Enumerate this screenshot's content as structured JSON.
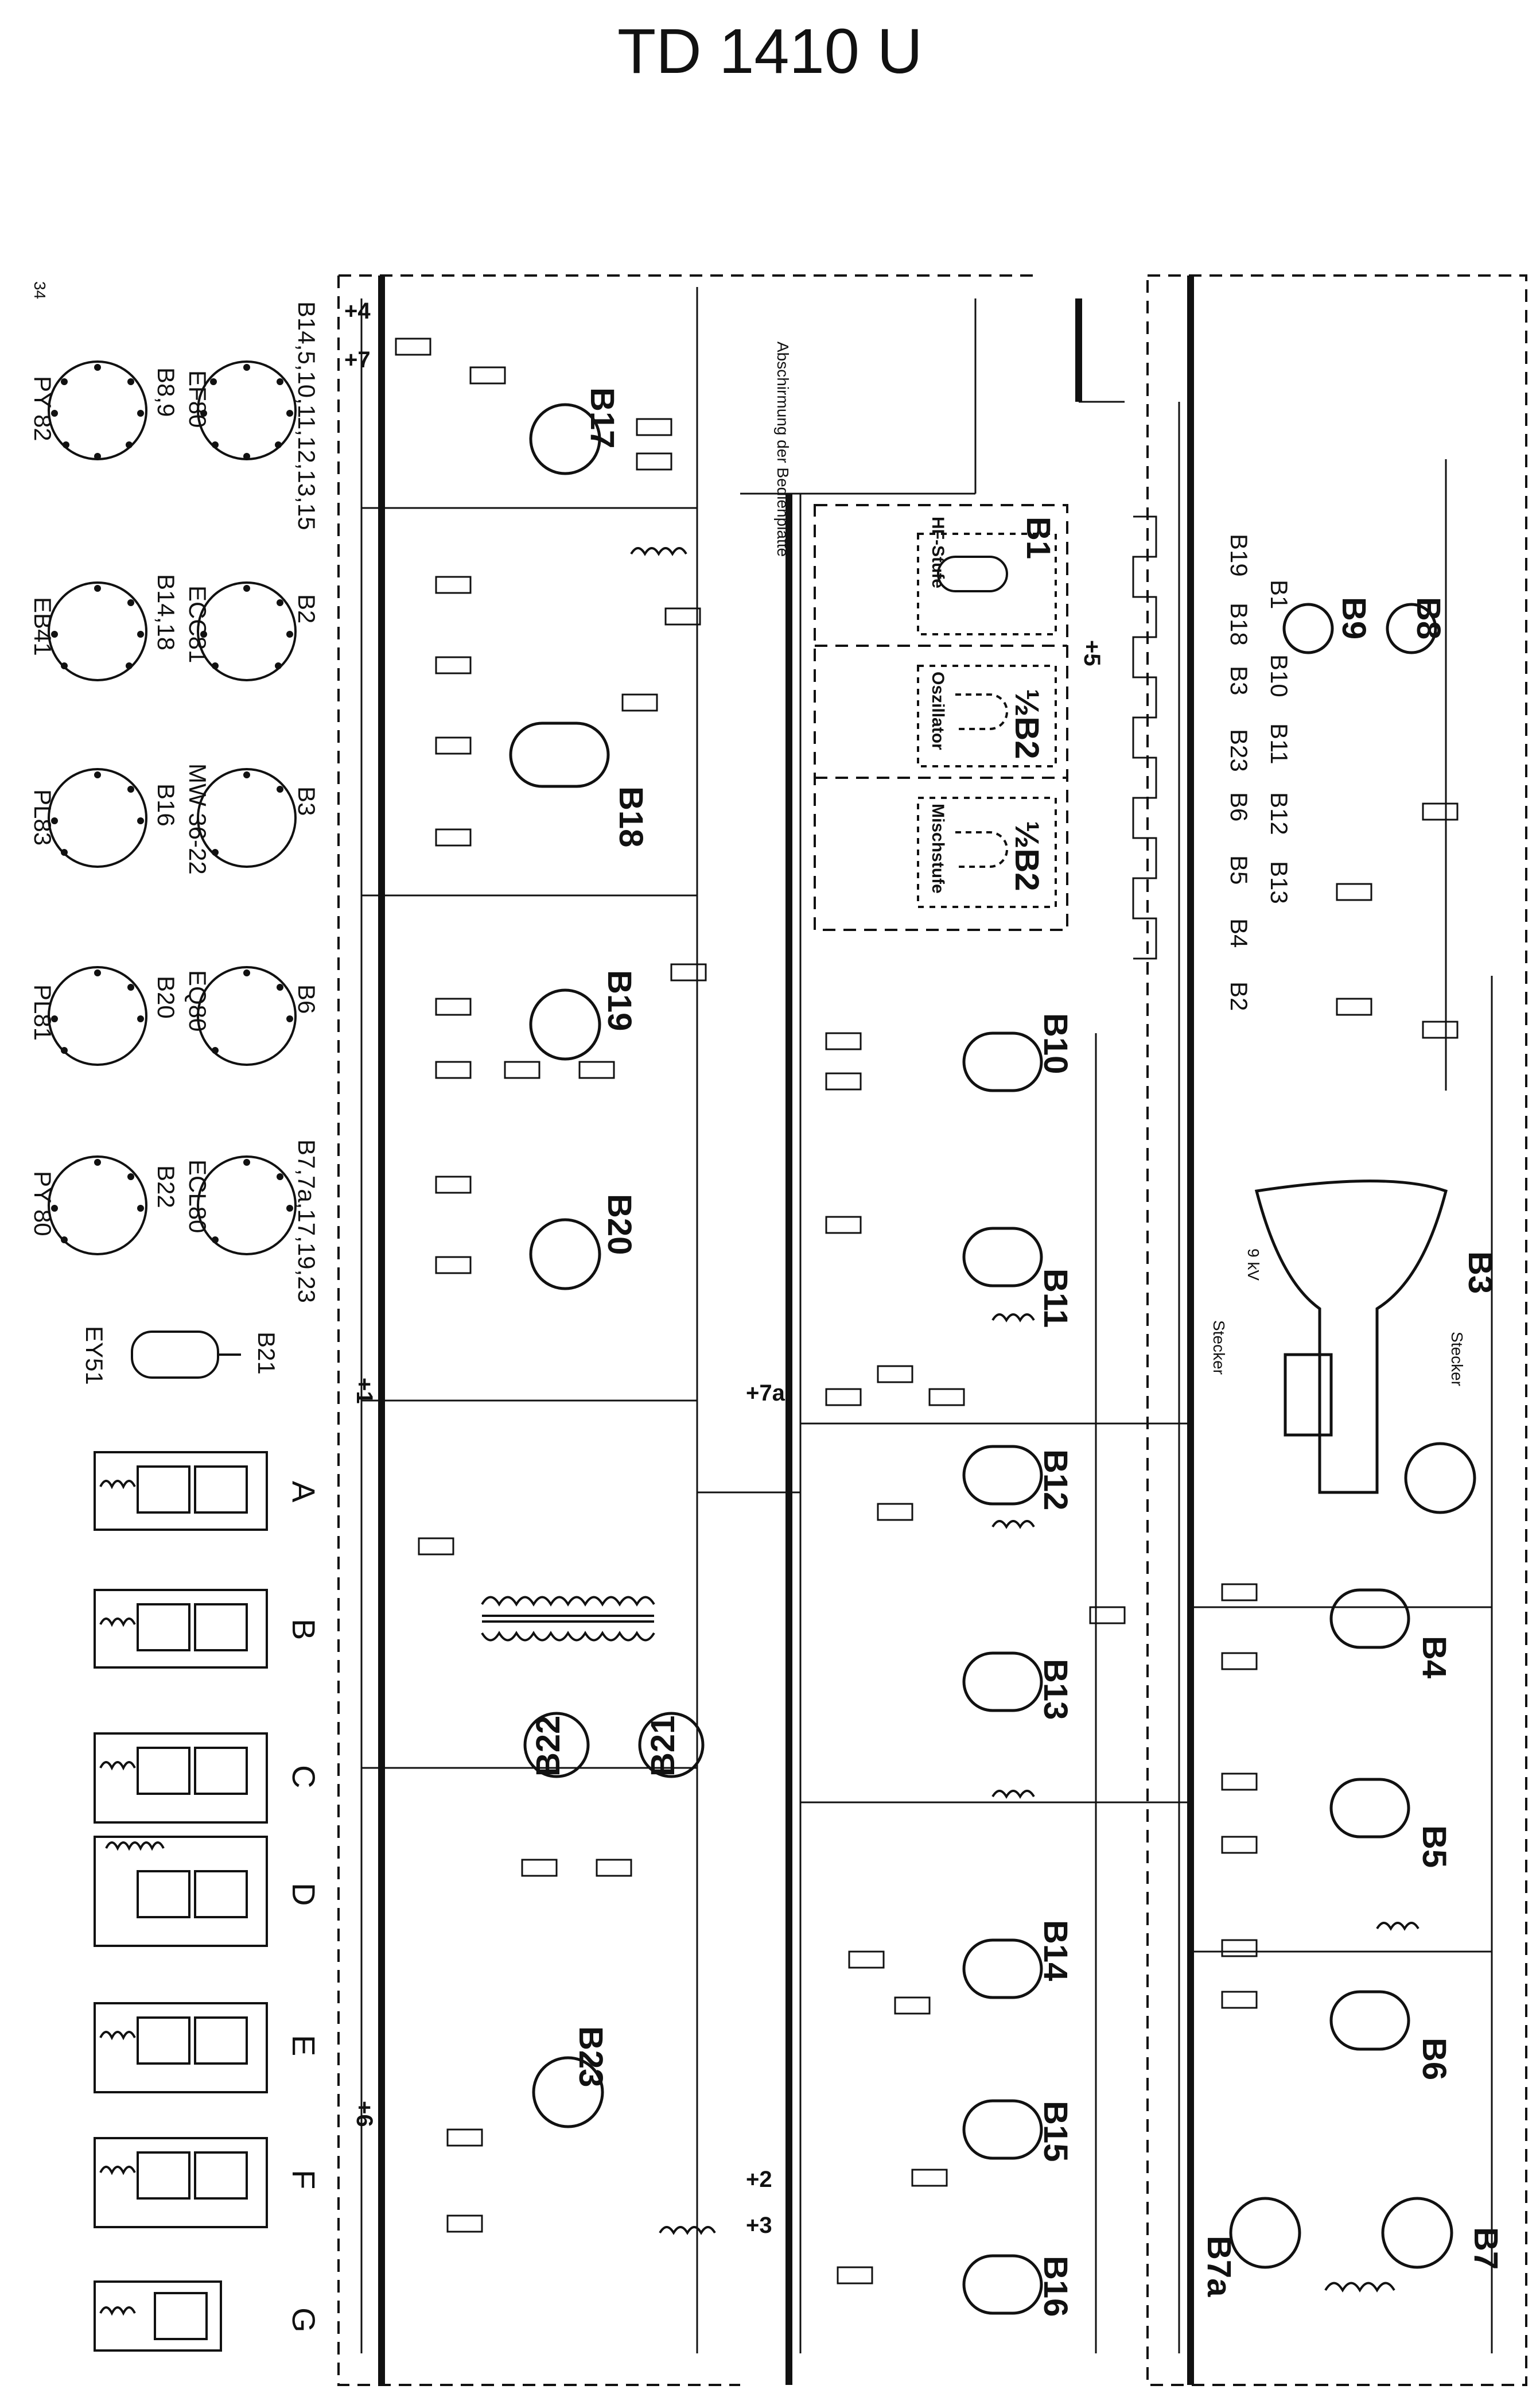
{
  "title": "TD 1410 U",
  "page_number": "34",
  "pinouts": [
    {
      "left": "PY 82",
      "left_ref": "B8,9",
      "right": "EF80",
      "right_ref": "B14,5,10,11,12,13,15"
    },
    {
      "left": "EB41",
      "left_ref": "B14,18",
      "right": "ECC81",
      "right_ref": "B2"
    },
    {
      "left": "PL83",
      "left_ref": "B16",
      "right": "MW 36-22",
      "right_ref": "B3"
    },
    {
      "left": "PL81",
      "left_ref": "B20",
      "right": "EQ80",
      "right_ref": "B6"
    },
    {
      "left": "PY 80",
      "left_ref": "B22",
      "right": "ECL80",
      "right_ref": "B7,7a,17,19,23"
    }
  ],
  "ey51": {
    "label": "EY51",
    "ref": "B21"
  },
  "modules": [
    "A",
    "B",
    "C",
    "D",
    "E",
    "F",
    "G"
  ],
  "tuner_stages": [
    "HF-Stufe",
    "Oszillator",
    "Mischstufe"
  ],
  "tuner_tubes": [
    "B1",
    "½B2",
    "½B2"
  ],
  "tuner_note": "Abschirmung der Bedienplatte",
  "tubes_left": [
    "B17",
    "B18",
    "B19",
    "B20",
    "B22",
    "B21",
    "B23"
  ],
  "tubes_mid": [
    "B10",
    "B11",
    "B12",
    "B13",
    "B14",
    "B15",
    "B16"
  ],
  "tubes_right": [
    "B3",
    "B4",
    "B5",
    "B6",
    "B7",
    "B7a",
    "B8",
    "B9"
  ],
  "crt_labels": {
    "eht": "9 kV",
    "plug": "Stecker",
    "socket": "Stecker"
  },
  "rail_labels": [
    "+4",
    "+7",
    "+5",
    "+3",
    "+2",
    "+6",
    "+1",
    "+7a"
  ],
  "vertical_tube_list": [
    "B19",
    "B18",
    "B3",
    "B23",
    "B6",
    "B5",
    "B4",
    "B2",
    "B1",
    "B10",
    "B11",
    "B12",
    "B13"
  ]
}
